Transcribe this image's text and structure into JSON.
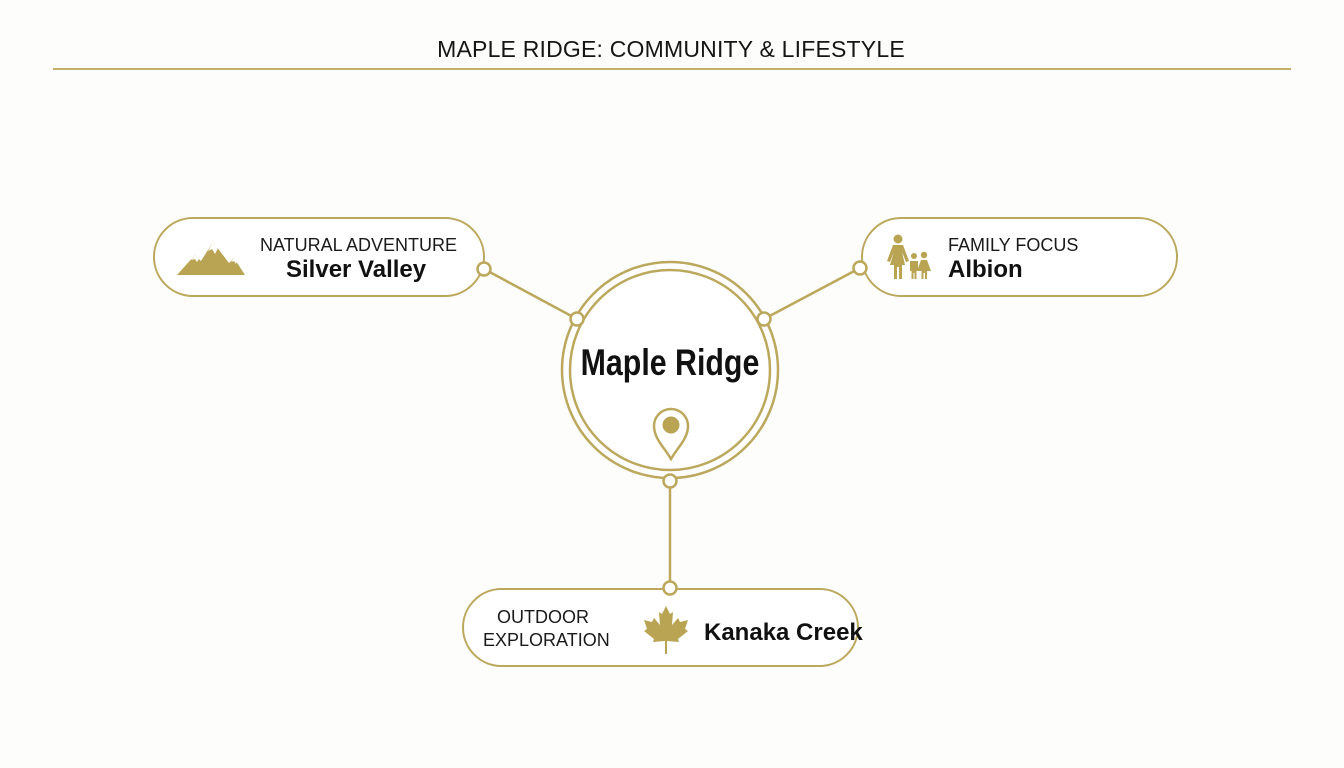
{
  "header": {
    "title": "MAPLE RIDGE: COMMUNITY & LIFESTYLE"
  },
  "colors": {
    "accent_gold": "#bba85c",
    "text": "#111111",
    "background": "#fdfdfc"
  },
  "center_node": {
    "label": "Maple Ridge",
    "icon": "location-pin-icon"
  },
  "nodes": [
    {
      "id": "silver-valley",
      "category": "NATURAL ADVENTURE",
      "place": "Silver Valley",
      "icon": "mountain-icon",
      "position": "top-left"
    },
    {
      "id": "albion",
      "category": "FAMILY FOCUS",
      "place": "Albion",
      "icon": "family-icon",
      "position": "top-right"
    },
    {
      "id": "kanaka-creek",
      "category_line1": "OUTDOOR",
      "category_line2": "EXPLORATION",
      "place": "Kanaka Creek",
      "icon": "maple-leaf-icon",
      "position": "bottom"
    }
  ]
}
